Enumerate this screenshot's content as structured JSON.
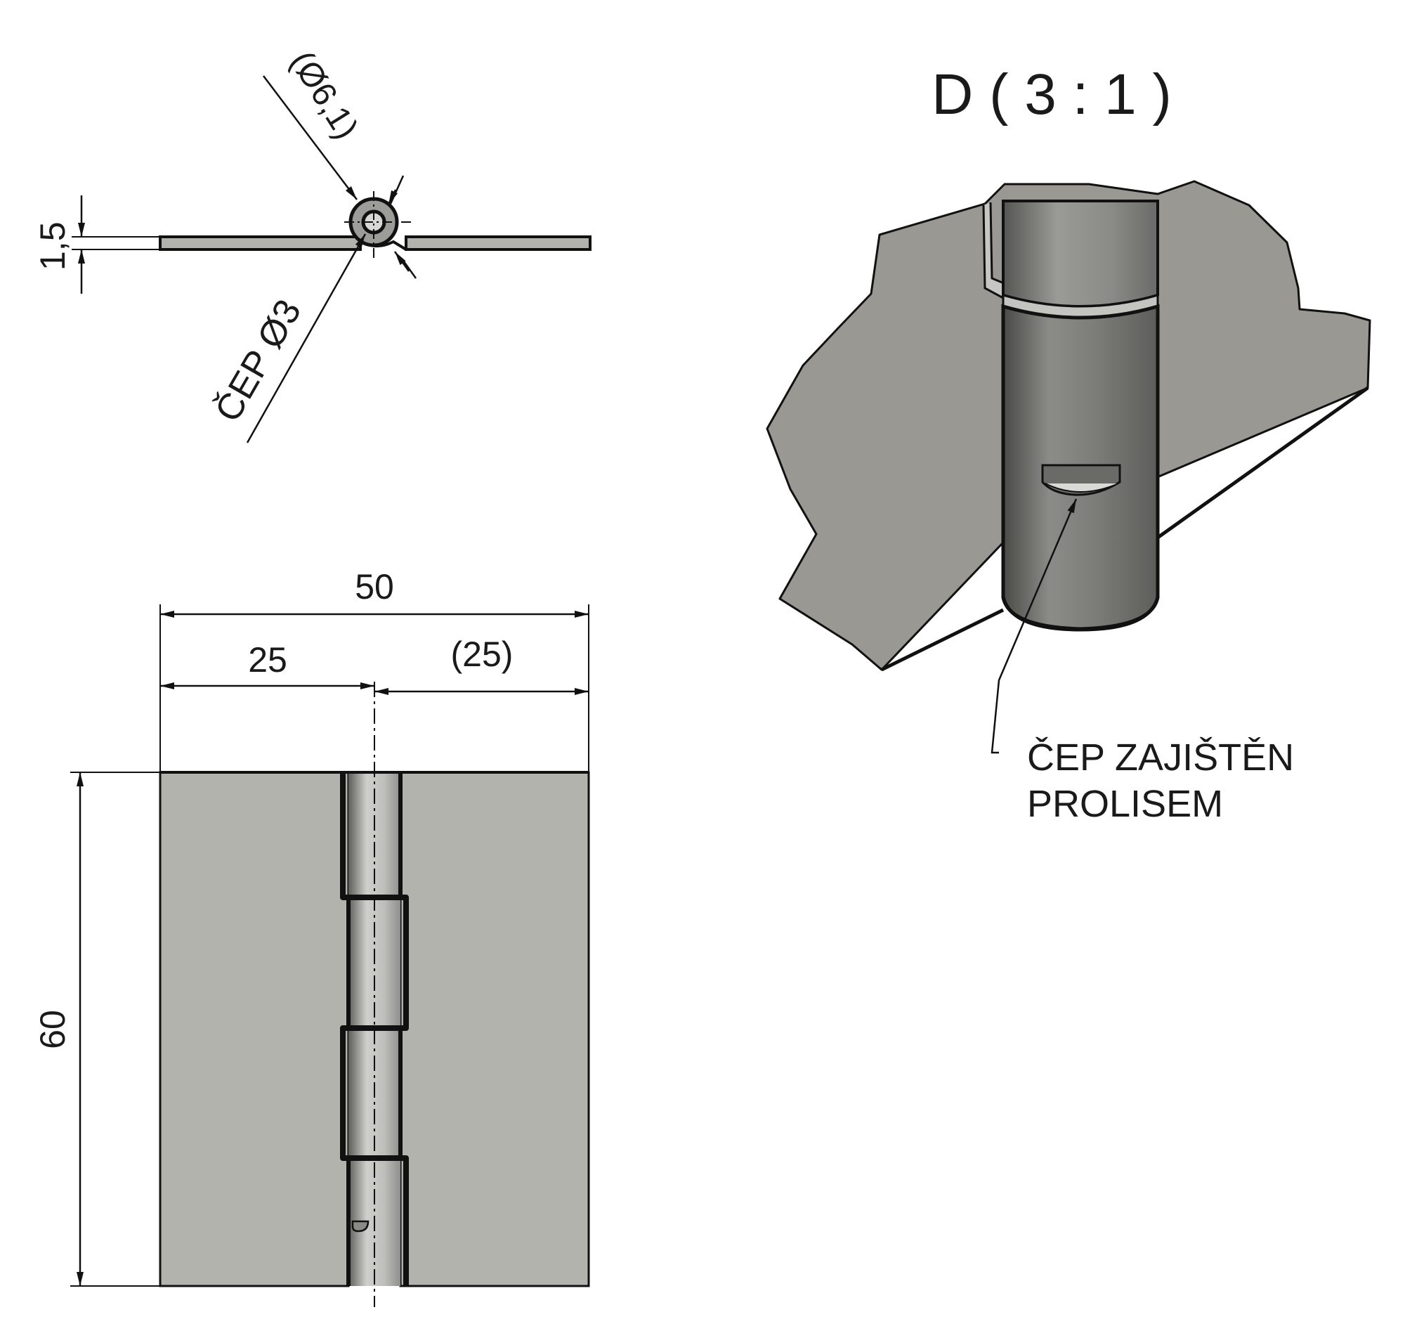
{
  "top_view": {
    "pin_outer_diameter": "(Ø6,1)",
    "thickness": "1,5",
    "pin_diameter": "ČEP Ø3"
  },
  "front_view": {
    "overall_width": "50",
    "left_width": "25",
    "right_width": "(25)",
    "height": "60"
  },
  "detail_view": {
    "title": "D ( 3 : 1 )",
    "note_line1": "ČEP ZAJIŠTĚN",
    "note_line2": "PROLISEM"
  },
  "colors": {
    "leaf": "#b3b3ae",
    "plate": "#999893",
    "knuckle_light": "#c9c9c5",
    "knuckle_dark": "#6e6e6a",
    "outline": "#111111"
  }
}
